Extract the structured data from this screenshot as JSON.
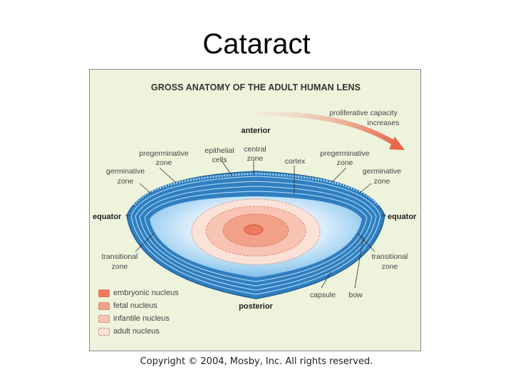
{
  "slide": {
    "title": "Cataract"
  },
  "figure": {
    "heading": "GROSS ANATOMY OF THE ADULT HUMAN LENS",
    "labels": {
      "anterior": "anterior",
      "posterior": "posterior",
      "equator_left": "equator",
      "equator_right": "equator",
      "prolif_1": "proliferative capacity",
      "prolif_2": "increases",
      "epithelial_1": "epithelial",
      "epithelial_2": "cells",
      "central_1": "central",
      "central_2": "zone",
      "cortex": "cortex",
      "pregerm_left_1": "pregerminative",
      "pregerm_left_2": "zone",
      "pregerm_right_1": "pregerminative",
      "pregerm_right_2": "zone",
      "germ_left_1": "germinative",
      "germ_left_2": "zone",
      "germ_right_1": "germinative",
      "germ_right_2": "zone",
      "trans_left_1": "transitional",
      "trans_left_2": "zone",
      "trans_right_1": "transitional",
      "trans_right_2": "zone",
      "capsule": "capsule",
      "bow": "bow"
    },
    "legend": [
      {
        "label": "embryonic nucleus",
        "color": "#ef7a5e"
      },
      {
        "label": "fetal nucleus",
        "color": "#f2a088"
      },
      {
        "label": "infantile nucleus",
        "color": "#f7c4b4"
      },
      {
        "label": "adult nucleus",
        "color": "#fbe2d8"
      }
    ],
    "colors": {
      "background": "#eef3dc",
      "capsule_blue": "#2f7fc0",
      "arrow": "#e8674a"
    }
  },
  "footer": {
    "copyright": "Copyright © 2004, Mosby, Inc. All rights reserved."
  }
}
